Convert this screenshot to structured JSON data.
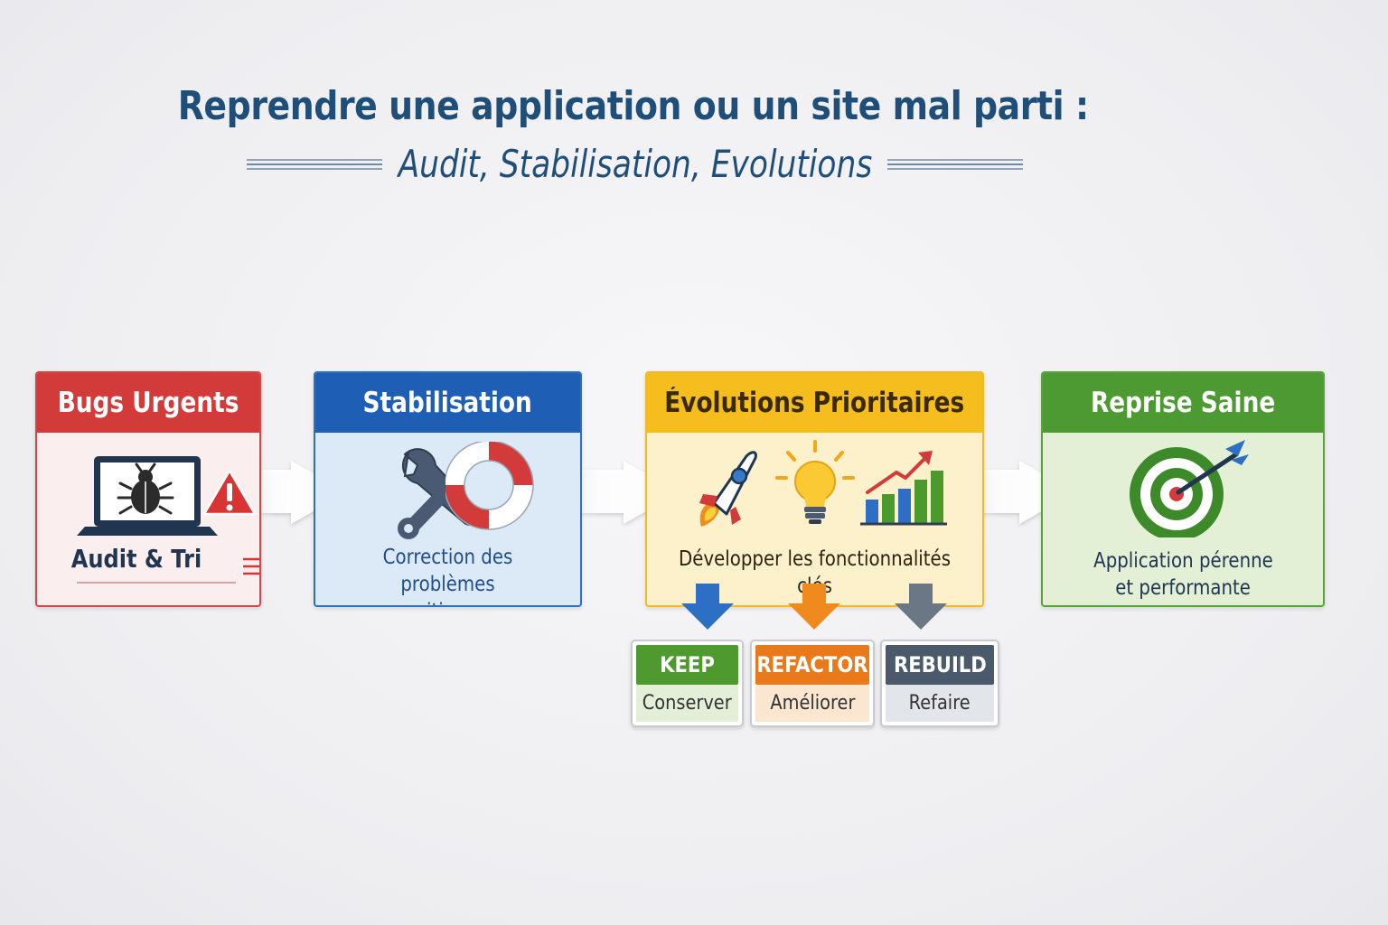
{
  "header": {
    "title": "Reprendre une application ou un site mal parti :",
    "subtitle": "Audit, Stabilisation, Evolutions"
  },
  "stages": [
    {
      "title": "Bugs Urgents",
      "description": "Audit & Tri",
      "icons": [
        "laptop-bug-icon",
        "warning-icon"
      ],
      "color": "#d33b3b"
    },
    {
      "title": "Stabilisation",
      "description_lines": [
        "Correction des problèmes",
        "critiques"
      ],
      "icons": [
        "wrench-icon",
        "lifebuoy-icon"
      ],
      "color": "#1f5eb5"
    },
    {
      "title": "Évolutions Prioritaires",
      "description": "Développer les fonctionnalités clés",
      "icons": [
        "rocket-icon",
        "lightbulb-icon",
        "growth-chart-icon"
      ],
      "color": "#f6bd1f"
    },
    {
      "title": "Reprise Saine",
      "description_lines": [
        "Application pérenne",
        "et performante"
      ],
      "icons": [
        "target-icon"
      ],
      "color": "#4d9a33"
    }
  ],
  "options": [
    {
      "label": "KEEP",
      "description": "Conserver",
      "color": "#4f9a2e"
    },
    {
      "label": "REFACTOR",
      "description": "Améliorer",
      "color": "#e97a1c"
    },
    {
      "label": "REBUILD",
      "description": "Refaire",
      "color": "#4b5a6a"
    }
  ]
}
